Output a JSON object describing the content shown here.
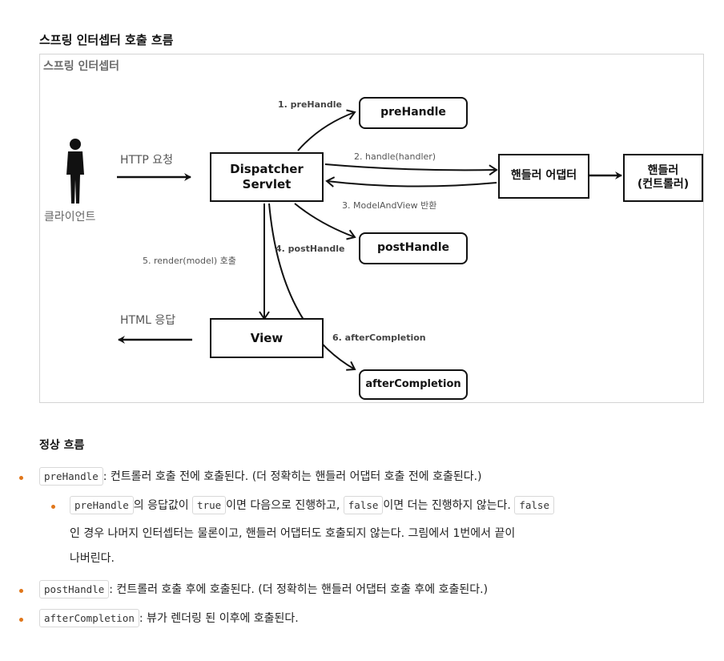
{
  "section_title": "스프링 인터셉터 호출 흐름",
  "diagram": {
    "frame_label": "스프링 인터셉터",
    "client_label": "클라이언트",
    "http_request": "HTTP 요청",
    "html_response": "HTML 응답",
    "dispatcher": "Dispatcher Servlet",
    "handler_adapter": "핸들러 어댑터",
    "handler_line1": "핸들러",
    "handler_line2": "(컨트롤러)",
    "view": "View",
    "pre_handle_box": "preHandle",
    "post_handle_box": "postHandle",
    "after_completion_box": "afterCompletion",
    "step1": "1. preHandle",
    "step2": "2. handle(handler)",
    "step3": "3. ModelAndView 반환",
    "step4": "4. postHandle",
    "step5": "5. render(model) 호출",
    "step6": "6. afterCompletion"
  },
  "normal_flow": {
    "title": "정상 흐름",
    "b1_code": "preHandle",
    "b1_text": ": 컨트롤러 호출 전에 호출된다. (더 정확히는 핸들러 어댑터 호출 전에 호출된다.)",
    "b1a_code1": "preHandle",
    "b1a_text1": "의 응답값이",
    "b1a_code2": "true",
    "b1a_text2": "이면 다음으로 진행하고,",
    "b1a_code3": "false",
    "b1a_text3": "이면 더는 진행하지 않는다.",
    "b1a_code4": "false",
    "b1a_line2": "인 경우 나머지 인터셉터는 물론이고, 핸들러 어댑터도 호출되지 않는다. 그림에서 1번에서 끝이",
    "b1a_line3": "나버린다.",
    "b2_code": "postHandle",
    "b2_text": ": 컨트롤러 호출 후에 호출된다. (더 정확히는 핸들러 어댑터 호출 후에 호출된다.)",
    "b3_code": "afterCompletion",
    "b3_text": ": 뷰가 렌더링 된 이후에 호출된다."
  },
  "colors": {
    "bullet": "#e0761a",
    "line": "#111111",
    "frame_border": "#d4d4d4"
  }
}
